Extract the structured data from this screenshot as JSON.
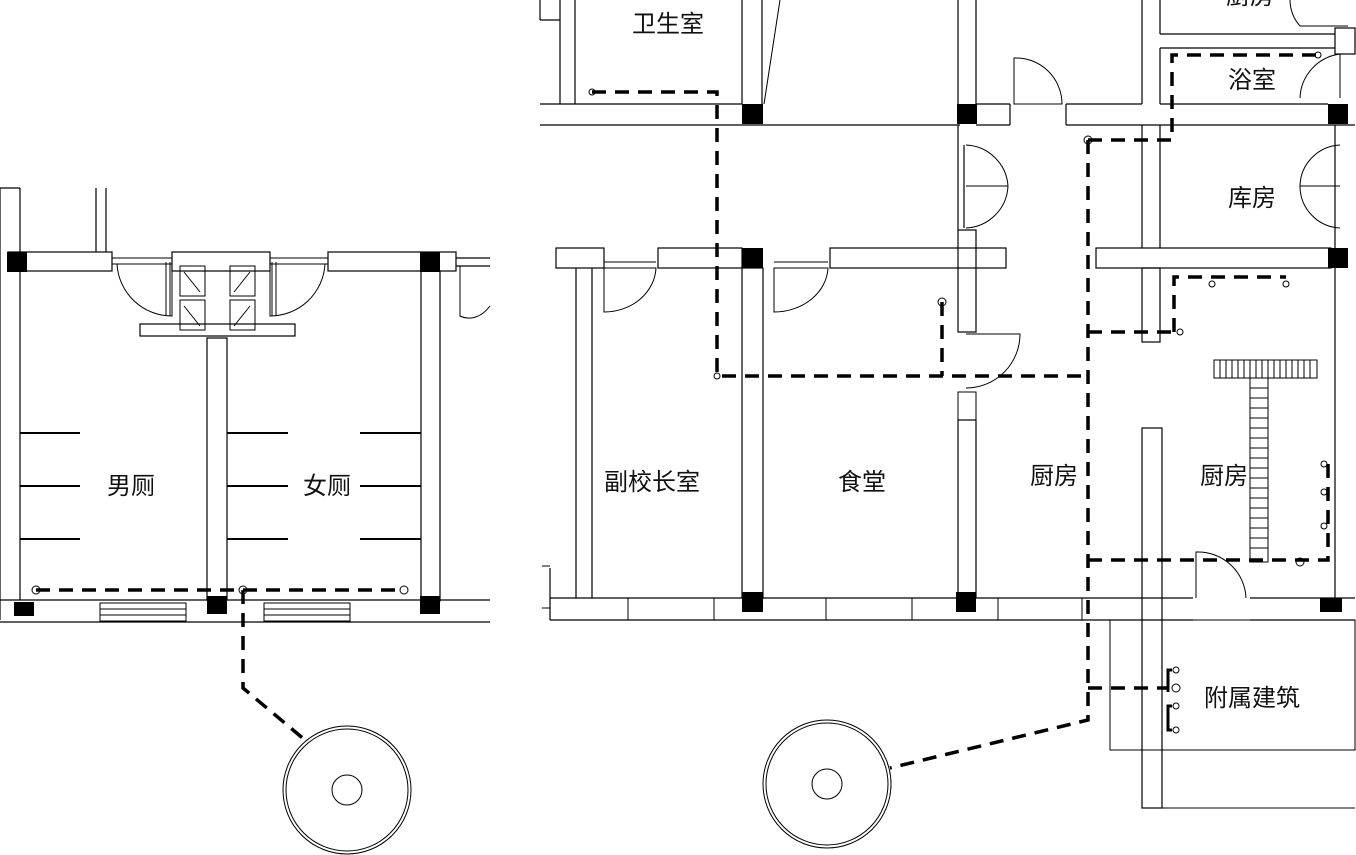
{
  "rooms": {
    "weishengshi": "卫生室",
    "chufang_top": "厨房",
    "yushi": "浴室",
    "kufang": "库房",
    "nance": "男厕",
    "nvce": "女厕",
    "fuxiaozhang": "副校长室",
    "shitang": "食堂",
    "chufang_mid": "厨房",
    "chufang_right": "厨房",
    "fushu": "附属建筑"
  },
  "colors": {
    "line": "#000000",
    "background": "#ffffff"
  }
}
